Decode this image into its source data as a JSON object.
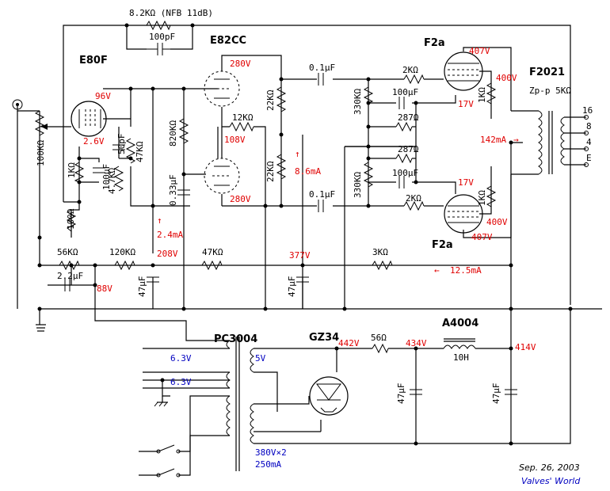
{
  "colors": {
    "line": "#000000",
    "voltage": "#e00000",
    "secondary": "#0000c0",
    "footer_date": "#000000",
    "footer_site": "#0000c0"
  },
  "tubes": {
    "input": "E80F",
    "driver": "E82CC",
    "output_top": "F2a",
    "output_bottom": "F2a",
    "rectifier": "GZ34"
  },
  "transformers": {
    "output": "F2021",
    "output_impedance": "Zp-p 5KΩ",
    "output_taps": [
      "16",
      "8",
      "4",
      "E"
    ],
    "power": "PC3004",
    "choke": "A4004",
    "choke_value": "10H"
  },
  "components": {
    "nfb": "8.2KΩ (NFB 11dB)",
    "nfb_cap": "100pF",
    "volume": "100KΩ",
    "r_1k": "1KΩ",
    "c_100uF": "100μF",
    "r_100": "100Ω",
    "c_50pF": "50pF",
    "r_4k7": "4.7KΩ",
    "r_47k": "47KΩ",
    "r_820k": "820KΩ",
    "c_033": "0.33μF",
    "r_12k": "12KΩ",
    "r_22k_a": "22KΩ",
    "r_22k_b": "22KΩ",
    "c_01_top": "0.1μF",
    "c_01_bot": "0.1μF",
    "r_330k_a": "330KΩ",
    "r_330k_b": "330KΩ",
    "r_2k_top": "2KΩ",
    "r_2k_bot": "2KΩ",
    "c_100uF_top": "100μF",
    "c_100uF_bot": "100μF",
    "r_287_top": "287Ω",
    "r_287_bot": "287Ω",
    "r_1k_top": "1KΩ",
    "r_1k_bot": "1KΩ",
    "r_56k": "56KΩ",
    "c_22uF": "2.2μF",
    "r_120k": "120KΩ",
    "r_47k_b": "47KΩ",
    "r_3k": "3KΩ",
    "c_47_a": "47μF",
    "c_47_b": "47μF",
    "c_47_c": "47μF",
    "c_47_d": "47μF",
    "r_56": "56Ω"
  },
  "voltages": {
    "v96": "96V",
    "v2_6": "2.6V",
    "v280_top": "280V",
    "v108": "108V",
    "v280_bot": "280V",
    "i8_6": "8.6mA",
    "i2_4": "2.4mA",
    "v208": "208V",
    "v377": "377V",
    "i12_5": "12.5mA",
    "v88": "88V",
    "v407_top": "407V",
    "v400_top": "400V",
    "v17_top": "17V",
    "i142": "142mA",
    "v17_bot": "17V",
    "v400_bot": "400V",
    "v407_bot": "407V",
    "v442": "442V",
    "v434": "434V",
    "v414": "414V",
    "arrow_up_1": "↑",
    "arrow_up_2": "↑",
    "arrow_left": "←",
    "arrow_right": "→"
  },
  "power_secondaries": {
    "heater1": "6.3V",
    "heater2": "6.3V",
    "rect_heater": "5V",
    "hv": "380V×2",
    "hv_current": "250mA"
  },
  "footer": {
    "date": "Sep. 26, 2003",
    "site": "Valves' World"
  }
}
